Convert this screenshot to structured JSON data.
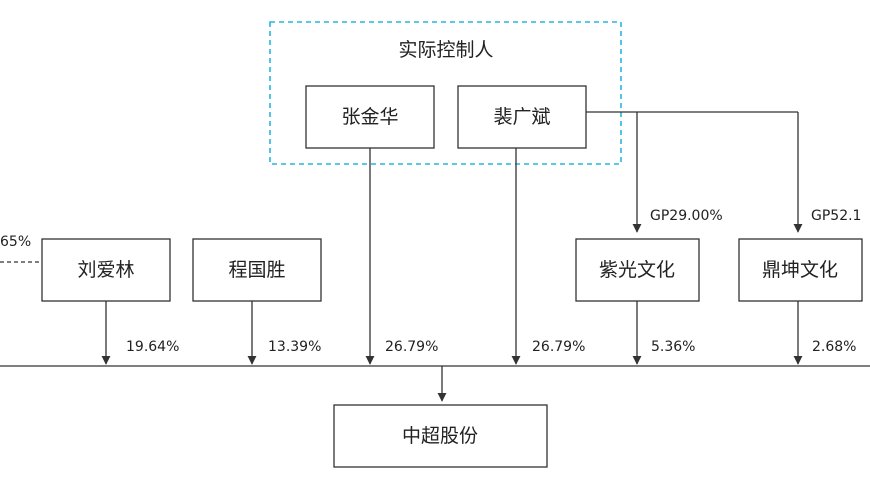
{
  "controller_group": {
    "title": "实际控制人",
    "members": [
      "张金华",
      "裴广斌"
    ]
  },
  "shareholders": {
    "liu": {
      "name": "刘爱林",
      "pct": "19.64%"
    },
    "cheng": {
      "name": "程国胜",
      "pct": "13.39%"
    },
    "zhang": {
      "pct": "26.79%"
    },
    "pei": {
      "pct": "26.79%"
    },
    "ziguang": {
      "name": "紫光文化",
      "pct": "5.36%",
      "gp": "GP29.00%"
    },
    "dingkun": {
      "name": "鼎坤文化",
      "pct": "2.68%",
      "gp": "GP52.1"
    }
  },
  "left_cut_label": "65%",
  "company": {
    "name": "中超股份"
  }
}
